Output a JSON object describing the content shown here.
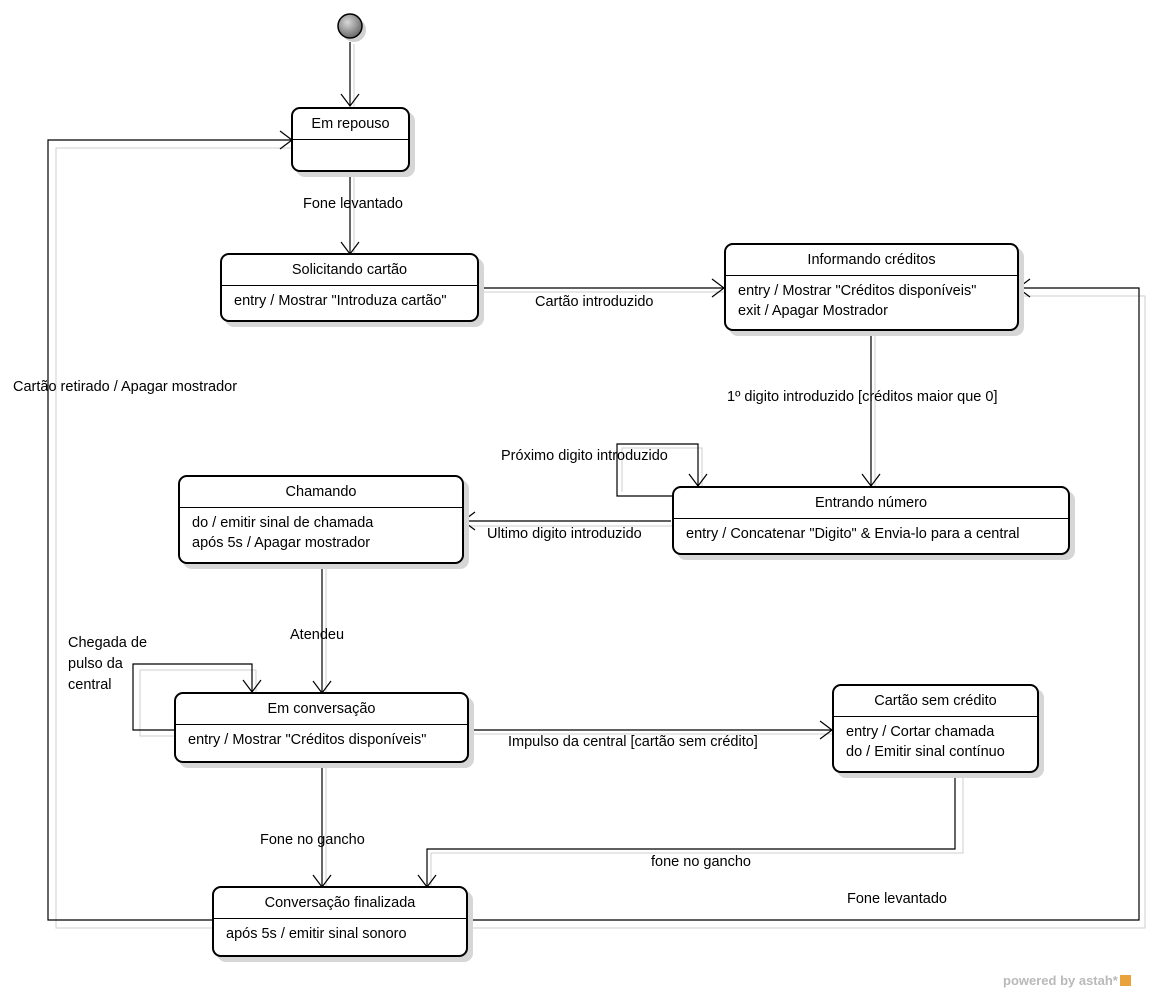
{
  "states": [
    {
      "id": "em-repouso",
      "title": "Em repouso",
      "actions": []
    },
    {
      "id": "solicitando-cartao",
      "title": "Solicitando cartão",
      "actions": [
        "entry / Mostrar \"Introduza cartão\""
      ]
    },
    {
      "id": "informando-creditos",
      "title": "Informando créditos",
      "actions": [
        "entry / Mostrar \"Créditos disponíveis\"",
        "exit / Apagar Mostrador"
      ]
    },
    {
      "id": "entrando-numero",
      "title": "Entrando número",
      "actions": [
        "entry / Concatenar \"Digito\" & Envia-lo para a central"
      ]
    },
    {
      "id": "chamando",
      "title": "Chamando",
      "actions": [
        "do / emitir sinal de chamada",
        "após 5s / Apagar mostrador"
      ]
    },
    {
      "id": "em-conversacao",
      "title": "Em conversação",
      "actions": [
        "entry / Mostrar \"Créditos disponíveis\""
      ]
    },
    {
      "id": "cartao-sem-credito",
      "title": "Cartão sem crédito",
      "actions": [
        "entry / Cortar chamada",
        "do / Emitir sinal contínuo"
      ]
    },
    {
      "id": "conversacao-finalizada",
      "title": "Conversação finalizada",
      "actions": [
        "após 5s / emitir sinal sonoro"
      ]
    }
  ],
  "transitions": [
    {
      "id": "t-fone-levantado",
      "label": "Fone levantado"
    },
    {
      "id": "t-cartao-introduzido",
      "label": "Cartão introduzido"
    },
    {
      "id": "t-primeiro-digito",
      "label": "1º digito introduzido [créditos maior que 0]"
    },
    {
      "id": "t-proximo-digito",
      "label": "Próximo digito introduzido"
    },
    {
      "id": "t-ultimo-digito",
      "label": "Ultimo digito introduzido"
    },
    {
      "id": "t-atendeu",
      "label": "Atendeu"
    },
    {
      "id": "t-chegada-pulso",
      "label": "Chegada de pulso da central"
    },
    {
      "id": "t-impulso-central",
      "label": "Impulso da central [cartão sem crédito]"
    },
    {
      "id": "t-fone-no-gancho",
      "label": "Fone no gancho"
    },
    {
      "id": "t-fone-no-gancho-2",
      "label": "fone no gancho"
    },
    {
      "id": "t-cartao-retirado",
      "label": "Cartão retirado / Apagar mostrador"
    },
    {
      "id": "t-fone-levantado-2",
      "label": "Fone levantado"
    }
  ],
  "footer": {
    "text": "powered by astah*"
  }
}
